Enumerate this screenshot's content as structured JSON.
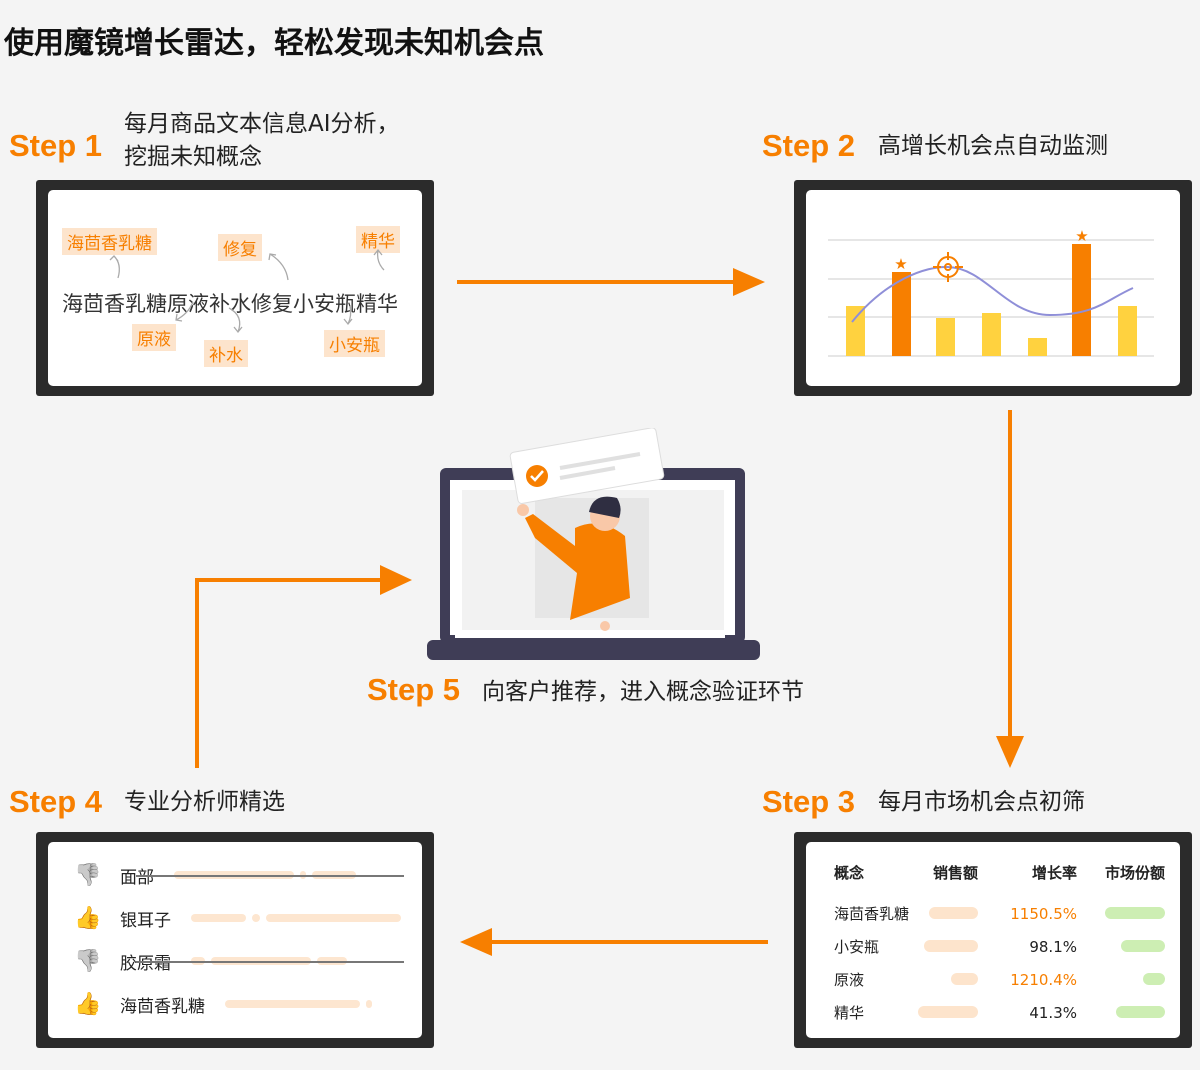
{
  "title": "使用魔镜增长雷达，轻松发现未知机会点",
  "steps": {
    "s1": {
      "label": "Step 1",
      "desc_line1": "每月商品文本信息AI分析，",
      "desc_line2": "挖掘未知概念"
    },
    "s2": {
      "label": "Step 2",
      "desc": "高增长机会点自动监测"
    },
    "s3": {
      "label": "Step 3",
      "desc": "每月市场机会点初筛"
    },
    "s4": {
      "label": "Step 4",
      "desc": "专业分析师精选"
    },
    "s5": {
      "label": "Step 5",
      "desc": "向客户推荐，进入概念验证环节"
    }
  },
  "step1_panel": {
    "sentence": "海茴香乳糖原液补水修复小安瓶精华",
    "tags": [
      "海茴香乳糖",
      "修复",
      "精华",
      "原液",
      "补水",
      "小安瓶"
    ]
  },
  "step3_table": {
    "headers": [
      "概念",
      "销售额",
      "增长率",
      "市场份额"
    ],
    "rows": [
      {
        "concept": "海茴香乳糖",
        "growth": "1150.5%",
        "highlight": true,
        "sales": 0.55,
        "share": 0.6
      },
      {
        "concept": "小安瓶",
        "growth": "98.1%",
        "highlight": false,
        "sales": 0.6,
        "share": 0.44
      },
      {
        "concept": "原液",
        "growth": "1210.4%",
        "highlight": true,
        "sales": 0.3,
        "share": 0.22
      },
      {
        "concept": "精华",
        "growth": "41.3%",
        "highlight": false,
        "sales": 0.67,
        "share": 0.49
      }
    ]
  },
  "step4_list": [
    {
      "name": "面部",
      "approved": false
    },
    {
      "name": "银耳子",
      "approved": true
    },
    {
      "name": "胶原霜",
      "approved": false
    },
    {
      "name": "海茴香乳糖",
      "approved": true
    }
  ],
  "colors": {
    "accent": "#f77f00",
    "yellow": "#ffd23f",
    "green": "#cdeeb3",
    "peach": "#fde4cc"
  }
}
